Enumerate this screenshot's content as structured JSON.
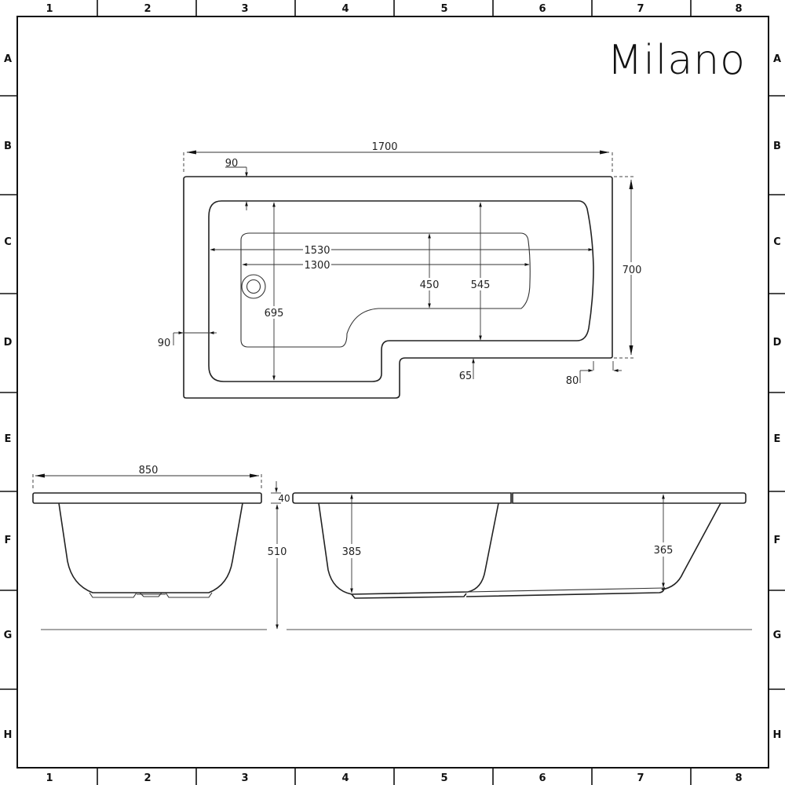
{
  "brand": {
    "name": "Milano"
  },
  "grid": {
    "columns": [
      "1",
      "2",
      "3",
      "4",
      "5",
      "6",
      "7",
      "8"
    ],
    "rows": [
      "A",
      "B",
      "C",
      "D",
      "E",
      "F",
      "G",
      "H"
    ]
  },
  "plan_view": {
    "overall_length": "1700",
    "overall_width": "700",
    "rim_top": "90",
    "rim_left": "90",
    "rim_right": "80",
    "rim_step": "65",
    "inner_length": "1530",
    "floor_length": "1300",
    "inner_width": "695",
    "floor_narrow_width": "450",
    "inner_narrow_width": "545"
  },
  "end_view": {
    "width": "850",
    "rim_thickness": "40",
    "height": "510"
  },
  "side_view": {
    "depth_left": "385",
    "depth_right": "365"
  },
  "colors": {
    "line": "#222222",
    "ground": "#888888",
    "background": "#ffffff"
  }
}
